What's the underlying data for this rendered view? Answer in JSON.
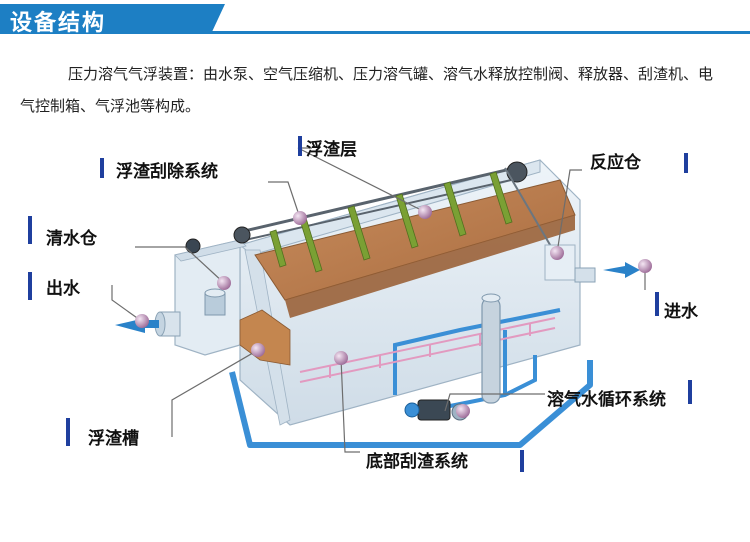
{
  "header": {
    "title": "设备结构"
  },
  "description": "压力溶气气浮装置：由水泵、空气压缩机、压力溶气罐、溶气水释放控制阀、释放器、刮渣机、电气控制箱、气浮池等构成。",
  "labels": {
    "scum_layer": "浮渣层",
    "scum_removal": "浮渣刮除系统",
    "reaction_tank": "反应仓",
    "clear_water_tank": "清水仓",
    "water_outlet": "出水",
    "water_inlet": "进水",
    "scum_trough": "浮渣槽",
    "dissolved_air_circulation": "溶气水循环系统",
    "bottom_scraper": "底部刮渣系统"
  },
  "colors": {
    "accent": "#1d7fc4",
    "label_marker": "#1f3f9e",
    "scum": "#b87c4f",
    "pipe": "#3a8fd6",
    "callout_ball": "#b98bb4"
  }
}
